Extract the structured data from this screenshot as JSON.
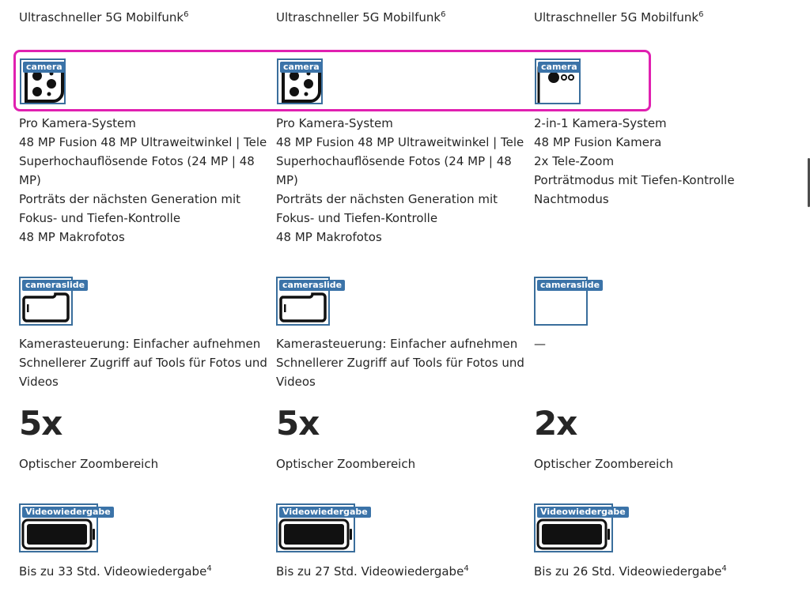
{
  "columns": [
    {
      "network": "Ultraschneller 5G Mobilfunk",
      "network_sup": "6",
      "camera_badge": "camera",
      "camera_icon": "triple-camera-icon",
      "camera_lines": [
        "Pro Kamera-System",
        "48 MP Fusion 48 MP Ultraweitwinkel | Tele",
        "Superhochauflösende Fotos (24 MP | 48",
        "MP)",
        "Porträts der nächsten Generation mit",
        "Fokus- und Tiefen-Kontrolle",
        "48 MP Makrofotos"
      ],
      "slide_badge": "cameraslide",
      "slide_icon": "camera-control-phone-icon",
      "slide_lines": [
        "Kamerasteuerung: Einfacher aufnehmen",
        "Schnellerer Zugriff auf Tools für Fotos und",
        "Videos"
      ],
      "zoom_value": "5x",
      "zoom_label": "Optischer Zoombereich",
      "video_badge": "Videowiedergabe",
      "video_icon": "battery-icon",
      "video_text": "Bis zu 33 Std. Videowiedergabe",
      "video_sup": "4"
    },
    {
      "network": "Ultraschneller 5G Mobilfunk",
      "network_sup": "6",
      "camera_badge": "camera",
      "camera_icon": "triple-camera-icon",
      "camera_lines": [
        "Pro Kamera-System",
        "48 MP Fusion 48 MP Ultraweitwinkel | Tele",
        "Superhochauflösende Fotos (24 MP | 48",
        "MP)",
        "Porträts der nächsten Generation mit",
        "Fokus- und Tiefen-Kontrolle",
        "48 MP Makrofotos"
      ],
      "slide_badge": "cameraslide",
      "slide_icon": "camera-control-phone-icon",
      "slide_lines": [
        "Kamerasteuerung: Einfacher aufnehmen",
        "Schnellerer Zugriff auf Tools für Fotos und",
        "Videos"
      ],
      "zoom_value": "5x",
      "zoom_label": "Optischer Zoombereich",
      "video_badge": "Videowiedergabe",
      "video_icon": "battery-icon",
      "video_text": "Bis zu 27 Std. Videowiedergabe",
      "video_sup": "4"
    },
    {
      "network": "Ultraschneller 5G Mobilfunk",
      "network_sup": "6",
      "camera_badge": "camera",
      "camera_icon": "single-camera-icon",
      "camera_lines": [
        "2-in-1 Kamera-System",
        "48 MP Fusion Kamera",
        "2x Tele-Zoom",
        "Porträtmodus mit Tiefen-Kontrolle",
        "Nachtmodus"
      ],
      "slide_badge": "cameraslide",
      "slide_icon": "empty-placeholder-icon",
      "slide_lines": [
        "—"
      ],
      "zoom_value": "2x",
      "zoom_label": "Optischer Zoombereich",
      "video_badge": "Videowiedergabe",
      "video_icon": "battery-icon",
      "video_text": "Bis zu 26 Std. Videowiedergabe",
      "video_sup": "4"
    }
  ],
  "colors": {
    "text": "#262626",
    "badge": "#3b73a8",
    "badge_border": "#3a6e9c",
    "highlight": "#e020b0",
    "icon": "#111111"
  }
}
